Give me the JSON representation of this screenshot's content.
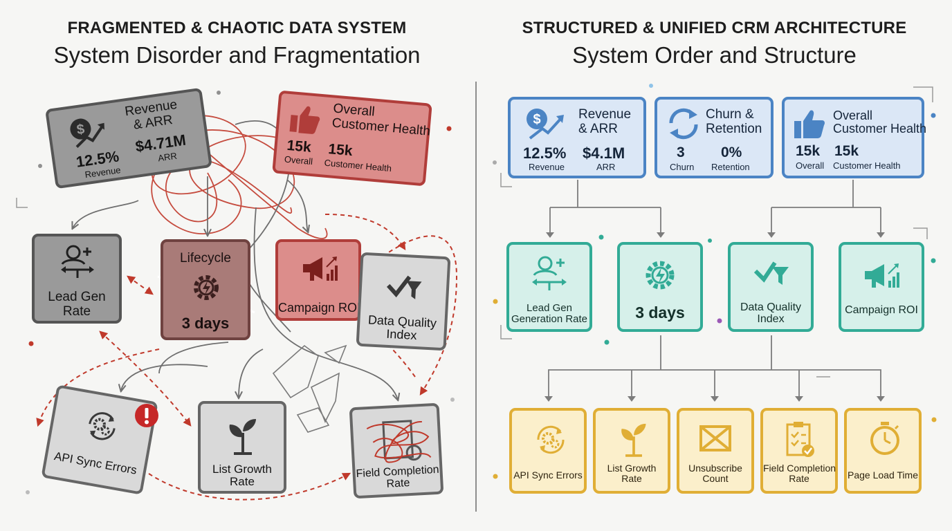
{
  "left": {
    "title": "FRAGMENTED & CHAOTIC DATA SYSTEM",
    "subtitle": "System Disorder and Fragmentation",
    "revenue": {
      "title": "Revenue\n& ARR",
      "v1": "12.5%",
      "l1": "Revenue",
      "v2": "$4.71M",
      "l2": "ARR"
    },
    "health": {
      "title": "Overall\nCustomer Health",
      "v1": "15k",
      "l1": "Overall",
      "v2": "15k",
      "l2": "Customer Health"
    },
    "lead_gen": "Lead Gen\nRate",
    "lifecycle": {
      "title": "Lifecycle",
      "value": "3 days"
    },
    "campaign": "Campaign ROI",
    "data_quality": "Data Quality\nIndex",
    "api_sync": "API Sync Errors",
    "list_growth": "List Growth\nRate",
    "field_completion": "Field Completion\nRate"
  },
  "right": {
    "title": "STRUCTURED & UNIFIED CRM ARCHITECTURE",
    "subtitle": "System Order and Structure",
    "revenue": {
      "title": "Revenue\n& ARR",
      "v1": "12.5%",
      "l1": "Revenue",
      "v2": "$4.1M",
      "l2": "ARR"
    },
    "churn": {
      "title": "Churn &\nRetention",
      "v1": "3",
      "l1": "Churn",
      "v2": "0%",
      "l2": "Retention"
    },
    "health": {
      "title": "Overall\nCustomer Health",
      "v1": "15k",
      "l1": "Overall",
      "v2": "15k",
      "l2": "Customer Health"
    },
    "lead_gen": "Lead Gen\nGeneration Rate",
    "lifecycle_value": "3 days",
    "data_quality": "Data Quality\nIndex",
    "campaign": "Campaign ROI",
    "api_sync": "API Sync Errors",
    "list_growth": "List Growth\nRate",
    "unsubscribe": "Unsubscribe\nCount",
    "field_completion": "Field Completion\nRate",
    "page_load": "Page Load Time"
  },
  "colors": {
    "chaos_red": "#c0392b",
    "kpi_blue": "#4b84c4",
    "ops_teal": "#32ab96",
    "metric_gold": "#e0ae35",
    "neutral_gray": "#555555"
  },
  "icons": {
    "revenue": "dollar-chart-up-icon",
    "health": "thumbs-up-icon",
    "churn": "refresh-cycle-icon",
    "lead_gen": "user-plus-arrows-icon",
    "lifecycle": "gear-lightning-icon",
    "campaign": "megaphone-chart-icon",
    "data_quality": "check-filter-icon",
    "api_sync": "gears-sync-icon",
    "list_growth": "sprout-icon",
    "unsubscribe": "envelope-x-icon",
    "field_completion": "clipboard-check-icon",
    "page_load": "stopwatch-icon",
    "alert": "exclamation-alert-icon"
  }
}
